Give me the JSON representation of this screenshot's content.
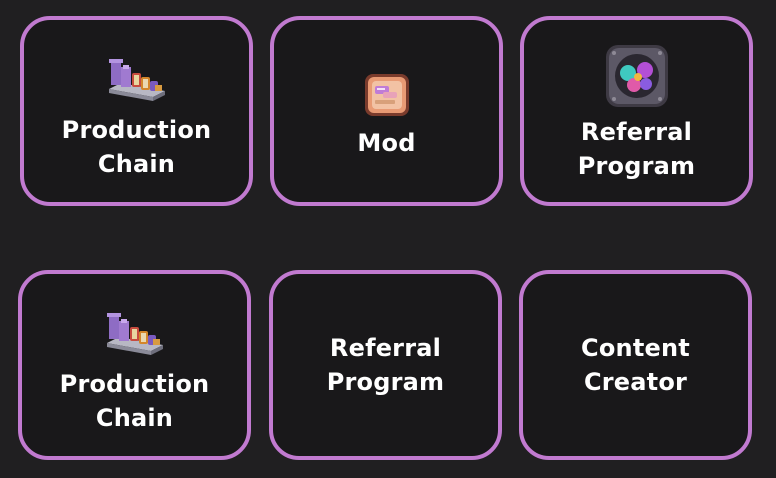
{
  "cards": [
    {
      "label": "Production\nChain",
      "icon": "production-chain-icon"
    },
    {
      "label": "Mod",
      "icon": "mod-icon"
    },
    {
      "label": "Referral\nProgram",
      "icon": "referral-program-icon"
    },
    {
      "label": "Production\nChain",
      "icon": "production-chain-icon"
    },
    {
      "label": "Referral\nProgram",
      "icon": null
    },
    {
      "label": "Content\nCreator",
      "icon": null
    }
  ],
  "colors": {
    "background": "#201f21",
    "card_background": "#19181a",
    "card_border": "#c17ad0",
    "text": "#ffffff"
  }
}
